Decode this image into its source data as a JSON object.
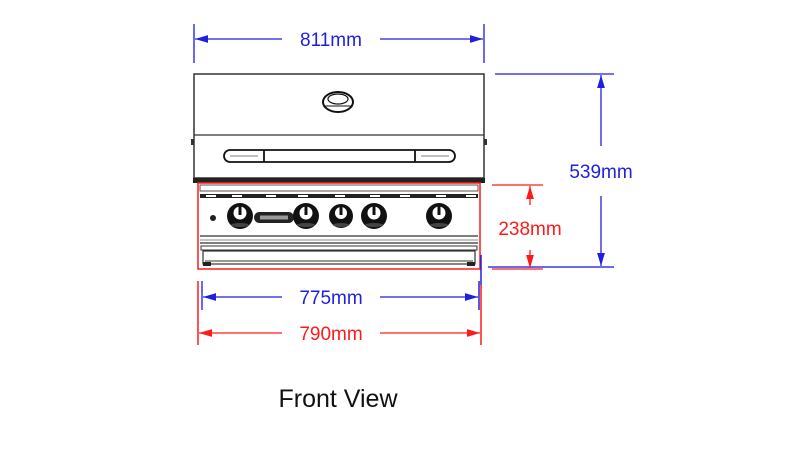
{
  "title": "Front View",
  "colors": {
    "blue_dimension": "#1f1fe0",
    "red_dimension": "#ff1a1a",
    "outline": "#1a1a1a"
  },
  "dimensions": {
    "overall_width": "811mm",
    "overall_height": "539mm",
    "cutout_height": "238mm",
    "cutout_width_inner": "775mm",
    "cutout_width_outer": "790mm"
  },
  "components": {
    "hood": "hood",
    "handle": "handle",
    "control_panel": "control panel",
    "knob_count": 5,
    "drip_tray": "drip tray"
  }
}
